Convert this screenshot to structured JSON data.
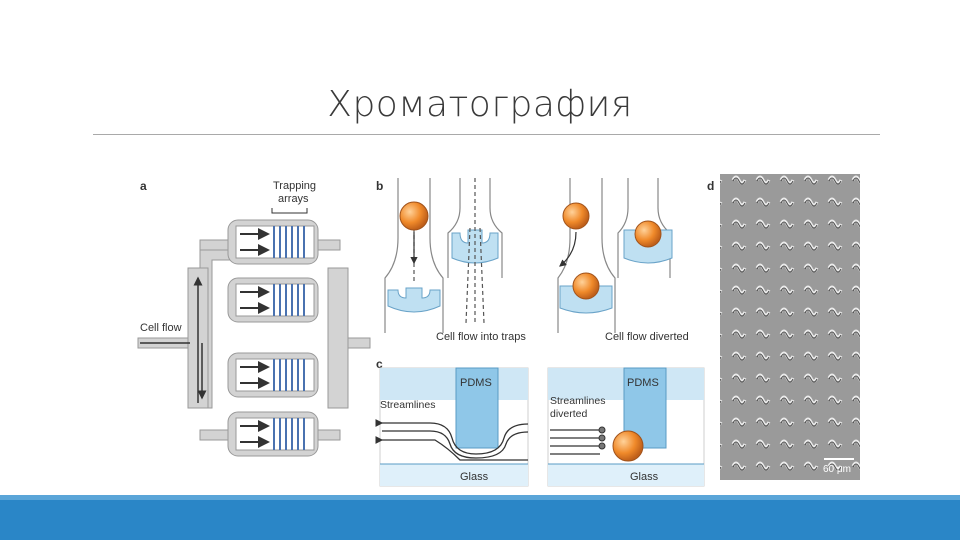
{
  "slide": {
    "title": "Хроматография"
  },
  "figure": {
    "panel_a": {
      "letter": "a",
      "trapping_line1": "Trapping",
      "trapping_line2": "arrays",
      "cell_flow": "Cell flow"
    },
    "panel_b": {
      "letter": "b",
      "caption_left": "Cell flow into traps",
      "caption_right": "Cell flow diverted"
    },
    "panel_c": {
      "letter": "c",
      "pdms": "PDMS",
      "streamlines": "Streamlines",
      "streamlines_line1": "Streamlines",
      "streamlines_line2": "diverted",
      "glass": "Glass"
    },
    "panel_d": {
      "letter": "d",
      "scale": "60 μm"
    }
  },
  "colors": {
    "accent_bar": "#2a86c7",
    "accent_bar_light": "#5aa5d8",
    "cell_orange": "#f08a2a",
    "trap_blue": "#bfe0f2"
  }
}
